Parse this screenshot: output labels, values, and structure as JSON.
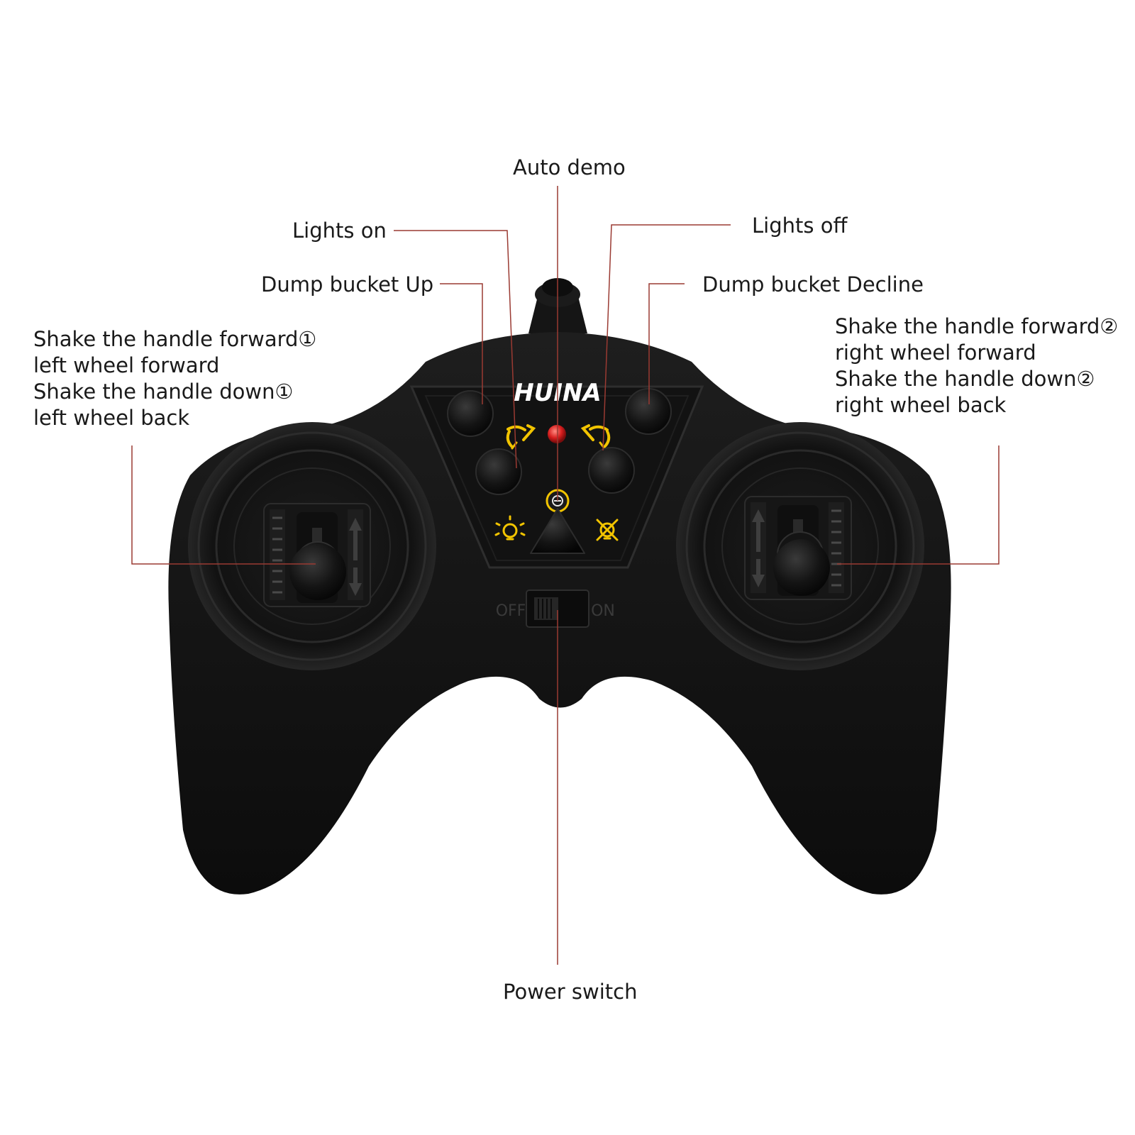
{
  "brand": {
    "logo_text": "HUINA"
  },
  "labels": {
    "auto_demo": "Auto demo",
    "lights_on": "Lights on",
    "lights_off": "Lights off",
    "dump_up": "Dump bucket Up",
    "dump_decline": "Dump bucket Decline",
    "left_stick": [
      "Shake the handle forward①",
      "left wheel forward",
      "Shake the handle down①",
      "left wheel back"
    ],
    "right_stick": [
      "Shake the handle forward②",
      "right wheel forward",
      "Shake the handle down②",
      "right wheel back"
    ],
    "power_switch": "Power switch"
  },
  "switch": {
    "off_label": "OFF",
    "on_label": "ON"
  },
  "colors": {
    "controller": "#141414",
    "leader_line": "#9a3a32",
    "icon_yellow": "#f2c400",
    "led_red": "#d71e1e"
  },
  "icons": [
    "light-bulb-icon",
    "light-off-icon",
    "bucket-up-icon",
    "bucket-decline-icon",
    "auto-demo-icon"
  ]
}
